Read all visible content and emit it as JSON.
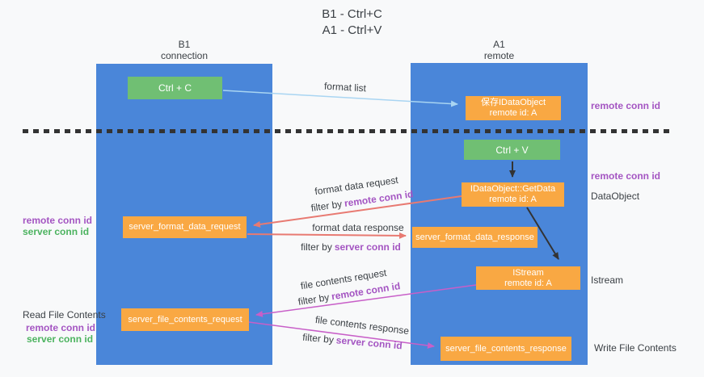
{
  "title": {
    "line1": "B1 - Ctrl+C",
    "line2": "A1 - Ctrl+V"
  },
  "lanes": {
    "left": {
      "title": "B1",
      "subtitle": "connection"
    },
    "right": {
      "title": "A1",
      "subtitle": "remote"
    }
  },
  "boxes": {
    "ctrl_c": {
      "label": "Ctrl + C"
    },
    "ctrl_v": {
      "label": "Ctrl + V"
    },
    "save_idataobject": {
      "line1": "保存IDataObject",
      "line2": "remote id: A"
    },
    "getdata": {
      "line1": "IDataObject::GetData",
      "line2": "remote id: A"
    },
    "istream": {
      "line1": "IStream",
      "line2": "remote id: A"
    },
    "format_request": {
      "label": "server_format_data_request"
    },
    "format_response": {
      "label": "server_format_data_response"
    },
    "file_request": {
      "label": "server_file_contents_request"
    },
    "file_response": {
      "label": "server_file_contents_response"
    }
  },
  "flow": {
    "format_list": "format list",
    "format_data_request": "format data request",
    "format_data_response": "format data response",
    "file_contents_request": "file contents request",
    "file_contents_response": "file contents response",
    "filter_by": "filter by"
  },
  "terms": {
    "remote_conn_id": "remote conn id",
    "server_conn_id": "server conn id"
  },
  "side": {
    "dataobject": "DataObject",
    "istream": "Istream",
    "read_file_contents": "Read File Contents",
    "write_file_contents": "Write File Contents"
  },
  "colors": {
    "lane_blue": "#4a86d9",
    "box_green": "#70bf73",
    "box_orange": "#f9a843",
    "arrow_lightblue": "#a9d5f2",
    "arrow_salmon": "#e87a72",
    "arrow_magenta": "#c85fc8",
    "arrow_black": "#333333",
    "text_purple": "#a455c2",
    "text_green": "#4cb35f"
  }
}
